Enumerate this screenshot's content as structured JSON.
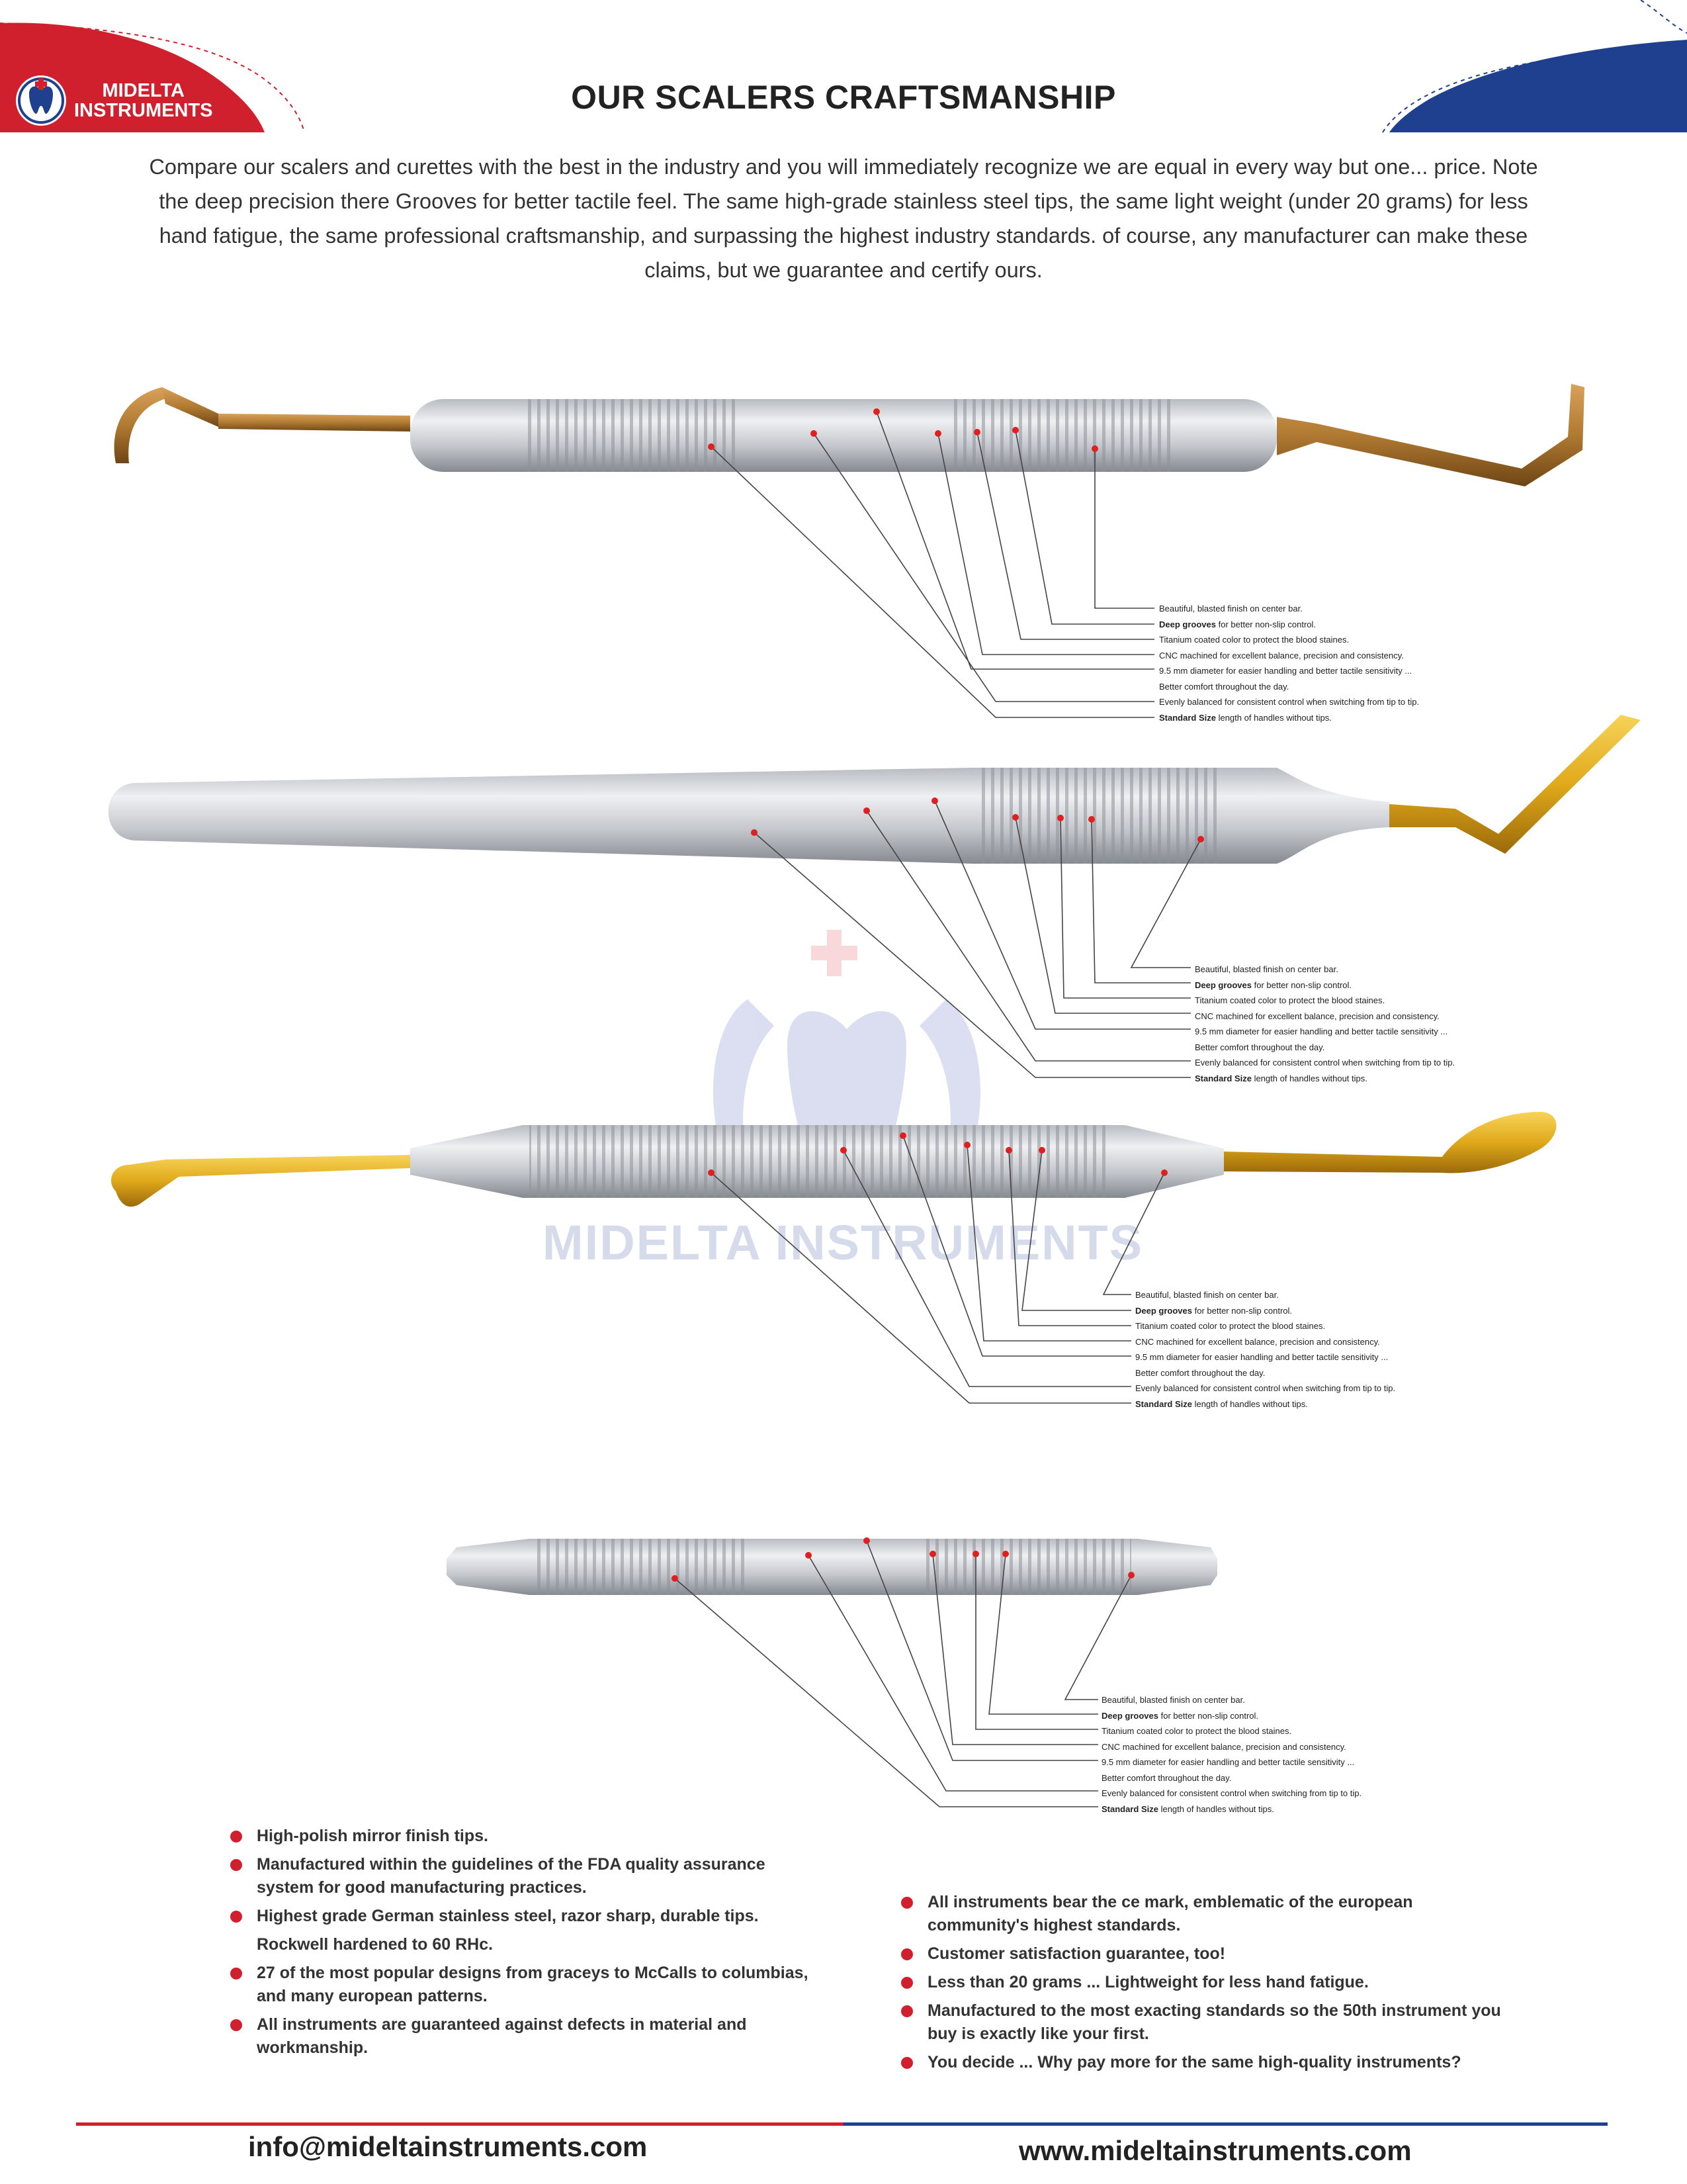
{
  "header": {
    "brand_line1": "MIDELTA",
    "brand_line2": "INSTRUMENTS",
    "title": "OUR SCALERS CRAFTSMANSHIP",
    "colors": {
      "red": "#d0202e",
      "navy": "#1f3f8f"
    }
  },
  "intro": {
    "text": "Compare our scalers and curettes with the best in the industry and you will immediately recognize we are equal in every way but one... price. Note the deep precision there Grooves for better tactile feel. The same high-grade stainless steel tips, the same light weight (under 20 grams) for less hand fatigue, the same professional craftsmanship, and surpassing the highest industry standards. of course, any manufacturer can make these claims, but we guarantee and certify ours."
  },
  "watermark": {
    "text": "MIDELTA INSTRUMENTS"
  },
  "callouts": {
    "line1": "Beautiful, blasted finish on center bar.",
    "line2_bold": "Deep grooves",
    "line2_rest": " for better non-slip control.",
    "line3": "Titanium coated color to protect the blood staines.",
    "line4": "CNC machined for excellent balance, precision and consistency.",
    "line5": "9.5 mm diameter for easier handling and better tactile sensitivity ...",
    "line6": "Better comfort throughout the day.",
    "line7": "Evenly balanced for consistent control when switching from tip to tip.",
    "line8_bold": "Standard Size",
    "line8_rest": " length  of handles without tips."
  },
  "features_left": [
    "High-polish mirror finish tips.",
    "Manufactured within the guidelines of the FDA quality assurance system for good manufacturing practices.",
    "Highest grade German stainless steel, razor sharp, durable tips.",
    "Rockwell hardened to 60 RHc.",
    "27 of the most popular designs from graceys to McCalls to columbias, and many european patterns.",
    "All instruments are guaranteed against defects in material and workmanship."
  ],
  "features_right": [
    "All instruments bear the ce mark, emblematic of the european community's highest standards.",
    "Customer satisfaction guarantee, too!",
    "Less than 20 grams ... Lightweight for less hand fatigue.",
    "Manufactured to the most exacting standards so the 50th instrument you buy is exactly like your first.",
    "You decide ... Why pay more for the same high-quality instruments?"
  ],
  "footer": {
    "email": "info@mideltainstruments.com",
    "website": "www.mideltainstruments.com"
  }
}
